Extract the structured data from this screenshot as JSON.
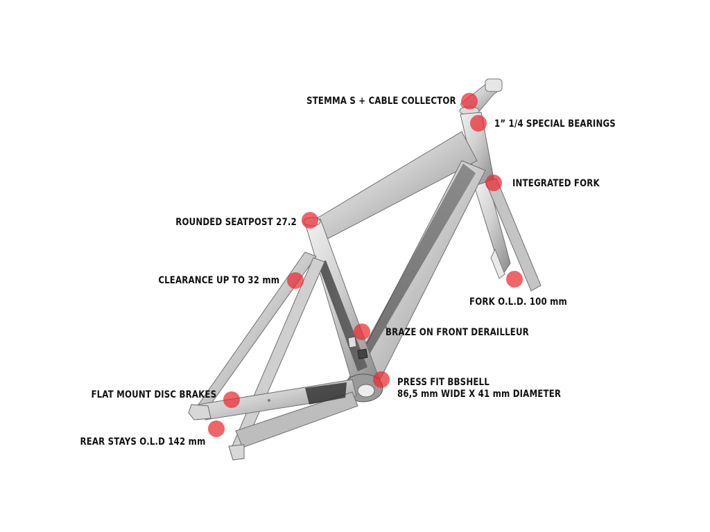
{
  "accent_color": "#ec2830",
  "callouts": {
    "stem": {
      "text": "STEMMA S + CABLE COLLECTOR"
    },
    "bearings": {
      "text": "1” 1/4 SPECIAL BEARINGS"
    },
    "fork": {
      "text": "INTEGRATED FORK"
    },
    "seatpost": {
      "text": "ROUNDED SEATPOST 27.2"
    },
    "clearance": {
      "text": "CLEARANCE UP TO 32 mm"
    },
    "fork_old": {
      "text": "FORK O.L.D. 100 mm"
    },
    "derailleur": {
      "text": "BRAZE ON FRONT DERAILLEUR"
    },
    "bbshell": {
      "line1": "PRESS FIT BBSHELL",
      "line2": "86,5 mm WIDE X 41 mm DIAMETER"
    },
    "brakes": {
      "text": "FLAT MOUNT DISC BRAKES"
    },
    "rear_old": {
      "text": "REAR STAYS O.L.D 142 mm"
    }
  }
}
